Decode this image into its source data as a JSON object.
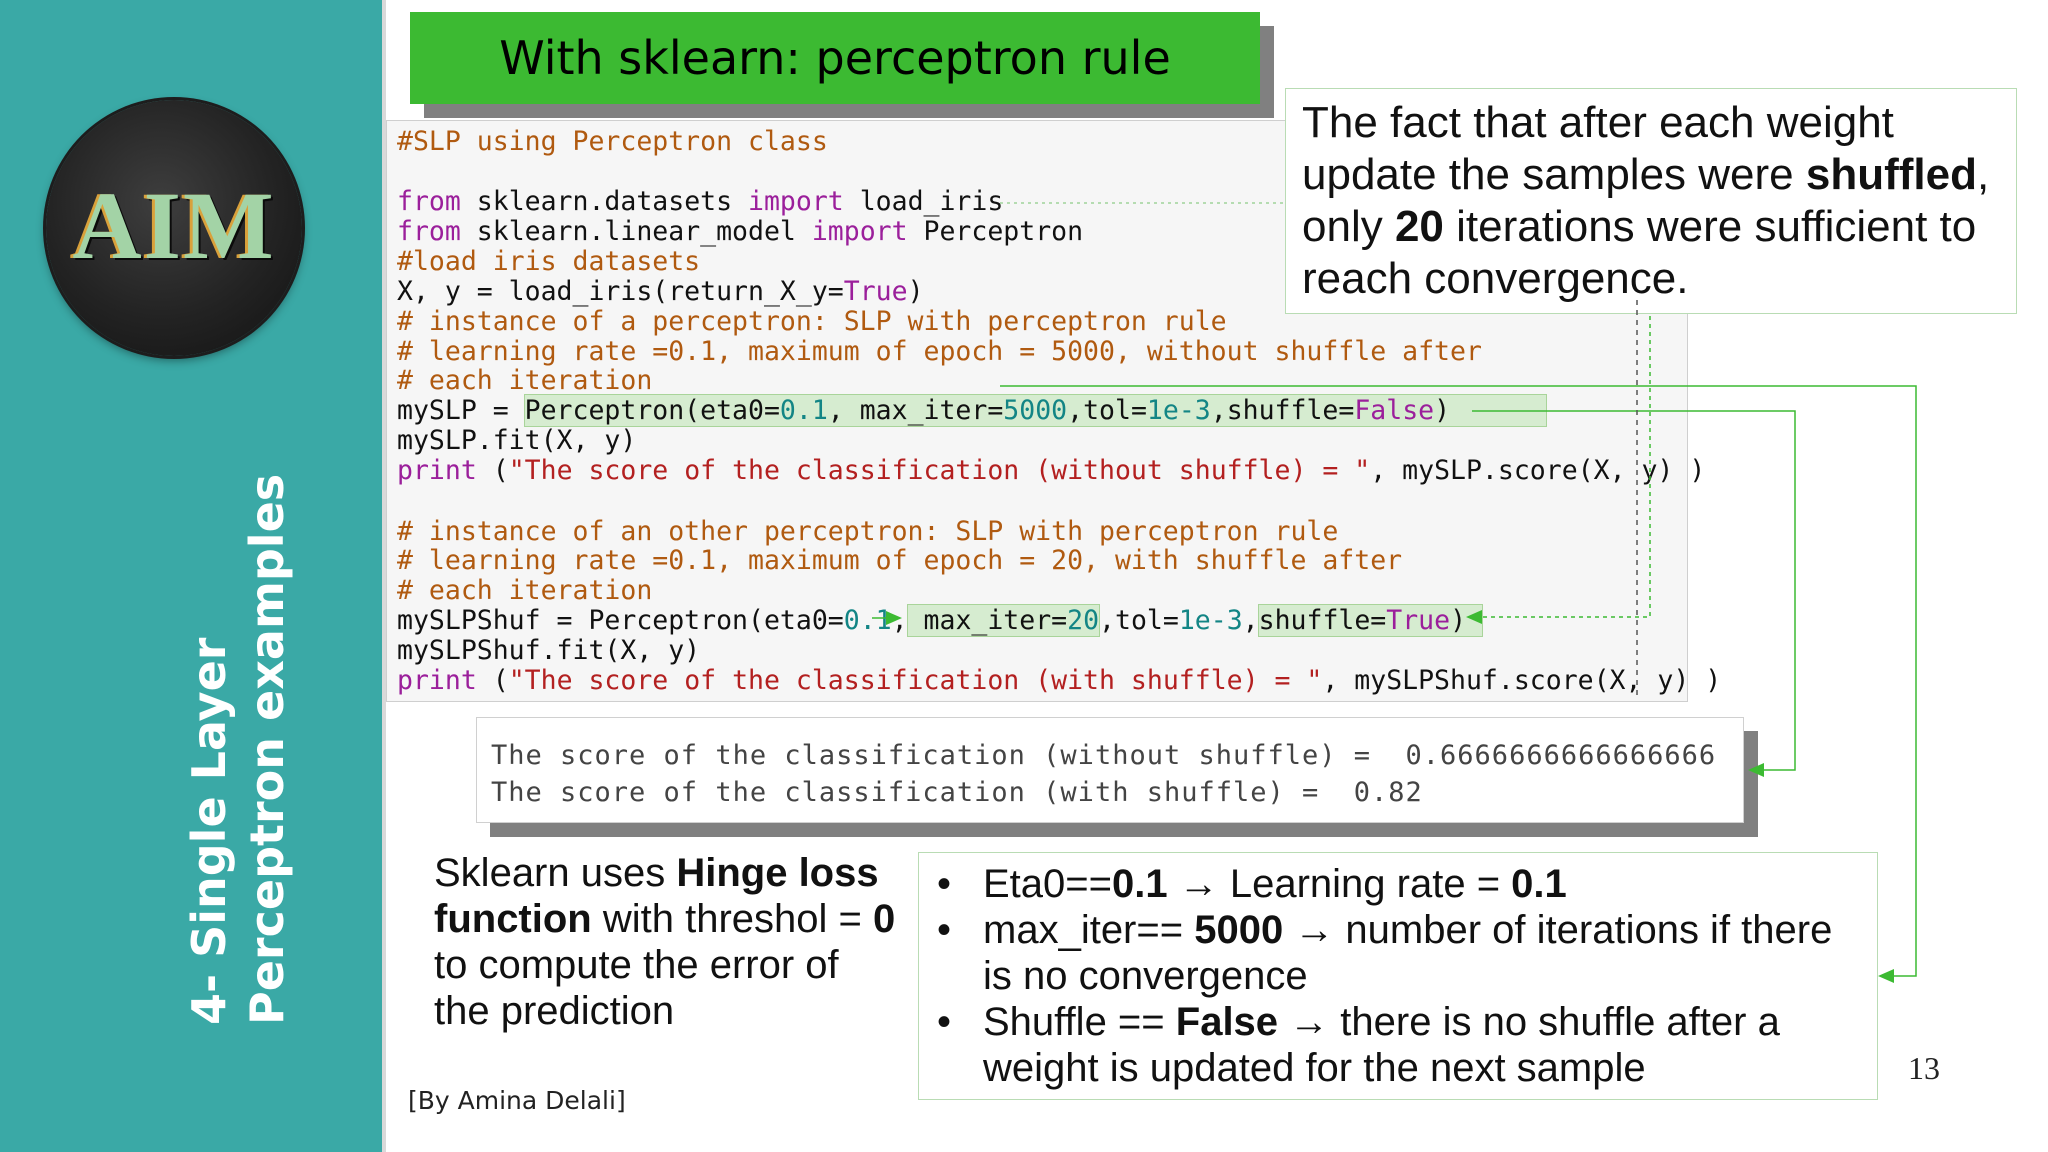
{
  "sidebar": {
    "logo_text": "AIM",
    "section_line1": "4- Single Layer",
    "section_line2": "Perceptron examples"
  },
  "slide": {
    "title": "With sklearn: perceptron rule",
    "page_number": "13",
    "author": "[By Amina Delali]"
  },
  "code": {
    "l1": "#SLP using Perceptron class",
    "l3_from": "from",
    "l3_mod": " sklearn.datasets ",
    "l3_import": "import",
    "l3_name": " load_iris",
    "l4_from": "from",
    "l4_mod": " sklearn.linear_model ",
    "l4_import": "import",
    "l4_name": " Perceptron",
    "l5": "#load iris datasets",
    "l6_pre": "X, y = load_iris(return_X_y=",
    "l6_bool": "True",
    "l6_post": ")",
    "l7": "# instance of a perceptron: SLP with perceptron rule",
    "l8": "# learning rate =0.1, maximum of epoch = 5000, without shuffle after",
    "l9": "# each iteration",
    "l10_pre": "mySLP = ",
    "l10_a": "Perceptron(eta0=",
    "l10_n1": "0.1",
    "l10_b": ", max_iter=",
    "l10_n2": "5000",
    "l10_c": ",tol=",
    "l10_n3": "1e-3",
    "l10_d": ",shuffle=",
    "l10_bool": "False",
    "l10_e": ")",
    "l11": "mySLP.fit(X, y)",
    "l12_kw": "print",
    "l12_a": " (",
    "l12_str": "\"The score of the classification (without shuffle) = \"",
    "l12_b": ", mySLP.score(X, y) )",
    "l14": "# instance of an other perceptron: SLP with perceptron rule",
    "l15": "# learning rate =0.1, maximum of epoch = 20, with shuffle after",
    "l16": "# each iteration",
    "l17_a": "mySLPShuf = Perceptron(eta0=",
    "l17_n1": "0.1",
    "l17_b": ",",
    "l17_c": " max_iter=",
    "l17_n2": "20",
    "l17_d": ",tol=",
    "l17_n3": "1e-3",
    "l17_e": ",",
    "l17_f": "shuffle=",
    "l17_bool": "True",
    "l17_g": ")",
    "l18": "mySLPShuf.fit(X, y)",
    "l19_kw": "print",
    "l19_a": " (",
    "l19_str": "\"The score of the classification (with shuffle) = \"",
    "l19_b": ", mySLPShuf.score(X, y) )"
  },
  "output": {
    "line1": "The score of the classification (without shuffle) =  0.6666666666666666",
    "line2": "The score of the classification (with shuffle) =  0.82"
  },
  "note": {
    "t1": "The fact that after each weight update the samples were ",
    "b1": "shuffled",
    "t2": ", only ",
    "b2": "20",
    "t3": " iterations were sufficient to reach convergence."
  },
  "hinge": {
    "t1": "Sklearn uses ",
    "b1": "Hinge loss function",
    "t2": " with threshol = ",
    "b2": "0",
    "t3": " to compute the error of the prediction"
  },
  "bullets": {
    "dot": "•",
    "b1_a": "Eta0==",
    "b1_b": "0.1",
    "b1_c": " →  Learning rate = ",
    "b1_d": "0.1",
    "b2_a": "max_iter== ",
    "b2_b": "5000",
    "b2_c": " → number of iterations if there is no convergence",
    "b3_a": "Shuffle == ",
    "b3_b": "False",
    "b3_c": " → there is no shuffle after a weight is updated for the next sample"
  },
  "colors": {
    "sidebar": "#3aa9a6",
    "title_bg": "#3cba32",
    "connector": "#3cba32"
  }
}
